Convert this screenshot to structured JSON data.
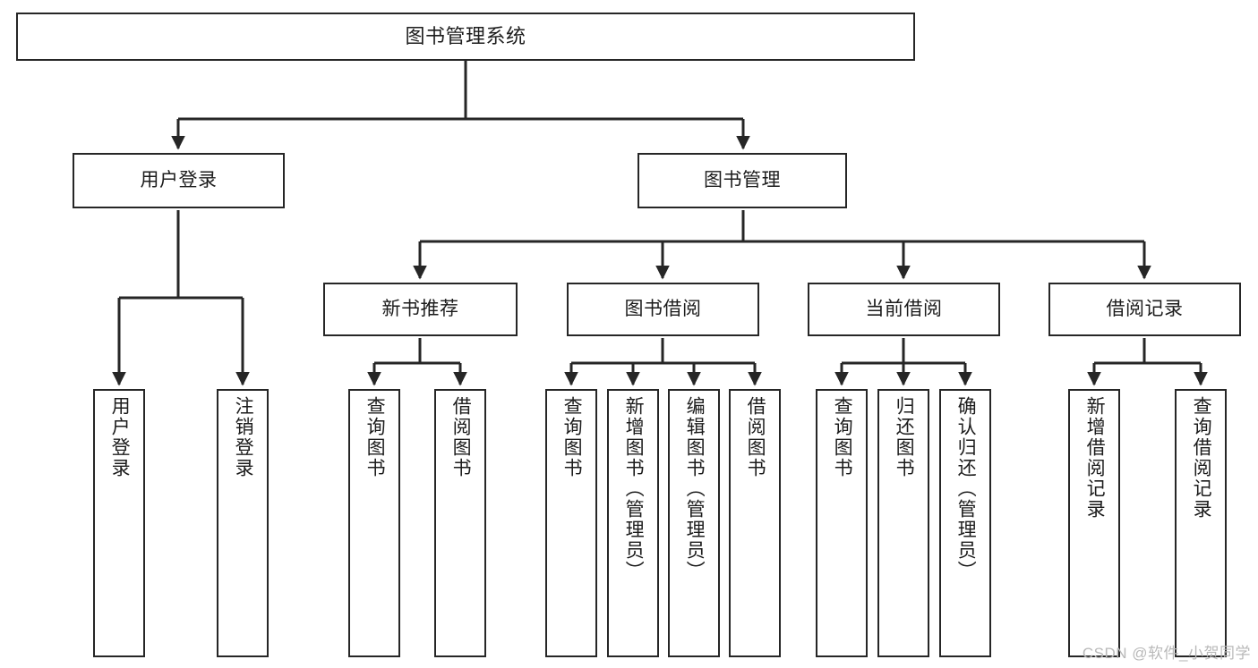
{
  "diagram": {
    "title": "图书管理系统",
    "type": "tree-hierarchy-chart",
    "watermark": "CSDN @软件_小贺同学",
    "colors": {
      "background": "#ffffff",
      "stroke": "#262626",
      "text": "#1c1c1c",
      "watermark": "#b9b9b9"
    },
    "nodes": {
      "root": {
        "label": "图书管理系统"
      },
      "level2": [
        {
          "id": "user-login",
          "label": "用户登录"
        },
        {
          "id": "book-management",
          "label": "图书管理"
        }
      ],
      "level3": [
        {
          "id": "new-book-recommend",
          "label": "新书推荐"
        },
        {
          "id": "book-borrow",
          "label": "图书借阅"
        },
        {
          "id": "current-borrow",
          "label": "当前借阅"
        },
        {
          "id": "borrow-record",
          "label": "借阅记录"
        }
      ],
      "leaves": {
        "user_login": [
          {
            "id": "leaf-user-login",
            "label": "用户登录"
          },
          {
            "id": "leaf-user-logout",
            "label": "注销登录"
          }
        ],
        "new_book_recommend": [
          {
            "id": "leaf-query-book-1",
            "label": "查询图书"
          },
          {
            "id": "leaf-borrow-book-1",
            "label": "借阅图书"
          }
        ],
        "book_borrow": [
          {
            "id": "leaf-query-book-2",
            "label": "查询图书"
          },
          {
            "id": "leaf-add-book",
            "label": "新增图书（管理员）"
          },
          {
            "id": "leaf-edit-book",
            "label": "编辑图书（管理员）"
          },
          {
            "id": "leaf-borrow-book-2",
            "label": "借阅图书"
          }
        ],
        "current_borrow": [
          {
            "id": "leaf-query-book-3",
            "label": "查询图书"
          },
          {
            "id": "leaf-return-book",
            "label": "归还图书"
          },
          {
            "id": "leaf-confirm-return",
            "label": "确认归还（管理员）"
          }
        ],
        "borrow_record": [
          {
            "id": "leaf-add-record",
            "label": "新增借阅记录"
          },
          {
            "id": "leaf-query-record",
            "label": "查询借阅记录"
          }
        ]
      }
    }
  }
}
